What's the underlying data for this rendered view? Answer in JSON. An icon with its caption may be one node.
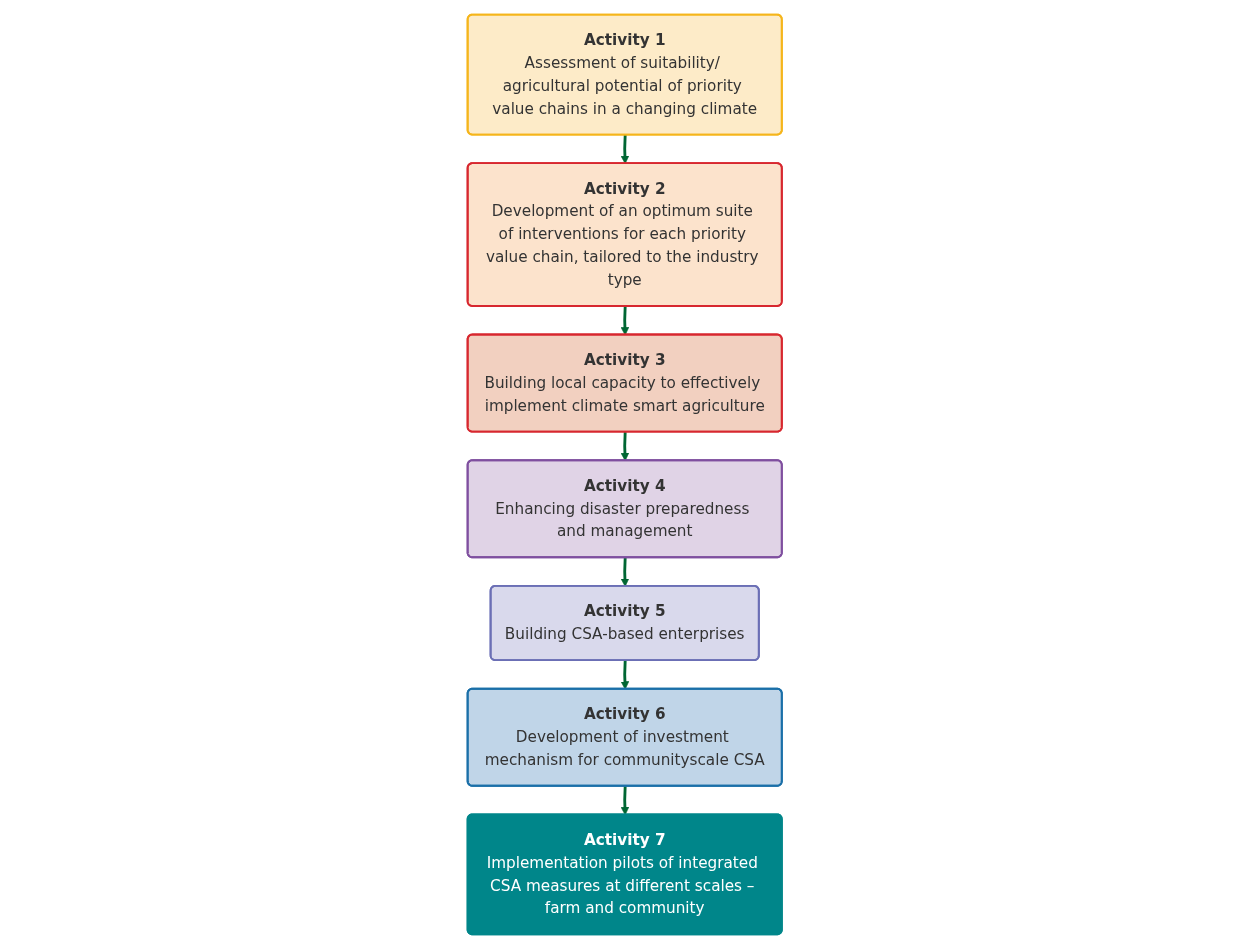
{
  "diagram": {
    "nodes": [
      {
        "text": [
          "Activity 1",
          "Assessment of suitability/ agricultural potential of priority value chains in a changing climate"
        ]
      },
      {
        "text": [
          "Activity 2",
          "Development of an optimum suite of interventions for each priority value chain, tailored to the industry type"
        ]
      },
      {
        "text": [
          "Activity 3",
          "Building local capacity to effectively implement climate smart agriculture"
        ]
      },
      {
        "text": [
          "Activity 4",
          "Enhancing disaster preparedness and management"
        ]
      },
      {
        "text": [
          "Activity 5",
          "Building CSA-based enterprises"
        ]
      },
      {
        "text": [
          "Activity 6",
          "Development of investment mechanism for communityscale CSA"
        ]
      },
      {
        "text": [
          "Activity 7",
          "Implementation pilots of integrated CSA measures at different scales – farm and community"
        ]
      }
    ],
    "edges": [
      {
        "from": 0,
        "to": 1,
        "arrow": "to"
      },
      {
        "from": 1,
        "to": 2,
        "arrow": "to"
      },
      {
        "from": 2,
        "to": 3,
        "arrow": "to"
      },
      {
        "from": 3,
        "to": 4,
        "arrow": "to"
      },
      {
        "from": 4,
        "to": 5,
        "arrow": "to"
      },
      {
        "from": 5,
        "to": 6,
        "arrow": "to"
      }
    ]
  }
}
